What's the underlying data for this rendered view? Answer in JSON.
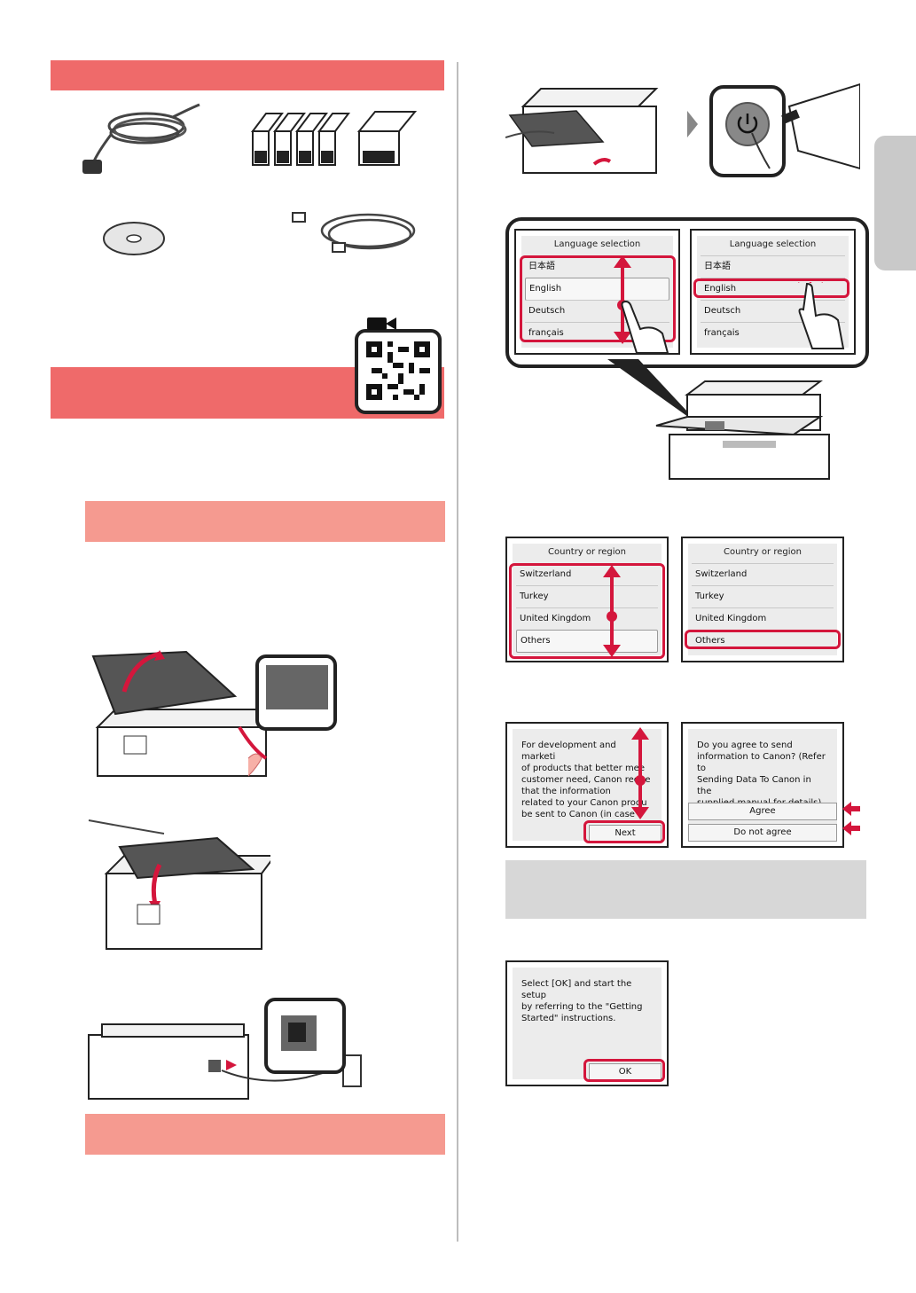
{
  "left_column": {
    "bar_top": "",
    "bar_qr": "",
    "bar_step_a": "",
    "bar_step_b": ""
  },
  "right_column": {
    "note_bar": ""
  },
  "language_screen": {
    "title": "Language selection",
    "items": [
      "日本語",
      "English",
      "Deutsch",
      "français"
    ],
    "selected": "English"
  },
  "country_screen": {
    "title": "Country or region",
    "items": [
      "Switzerland",
      "Turkey",
      "United Kingdom",
      "Others"
    ],
    "selected": "Others"
  },
  "data_screen": {
    "text": "For development and marketi\nof products that better mee\ncustomer need, Canon reque\nthat the information\nrelated to your Canon produ\nbe sent to Canon (in case o",
    "next_label": "Next"
  },
  "agree_screen": {
    "text": "Do you agree to send\ninformation to Canon? (Refer to\nSending Data To Canon in the\nsupplied manual for details)",
    "agree_label": "Agree",
    "disagree_label": "Do not agree"
  },
  "ok_screen": {
    "text": "Select [OK] and start the setup\nby referring to the \"Getting\nStarted\" instructions.",
    "ok_label": "OK"
  },
  "colors": {
    "header_red": "#ef6a6a",
    "sub_pink": "#f59a90",
    "highlight": "#d4163c",
    "note_gray": "#d7d7d7"
  }
}
